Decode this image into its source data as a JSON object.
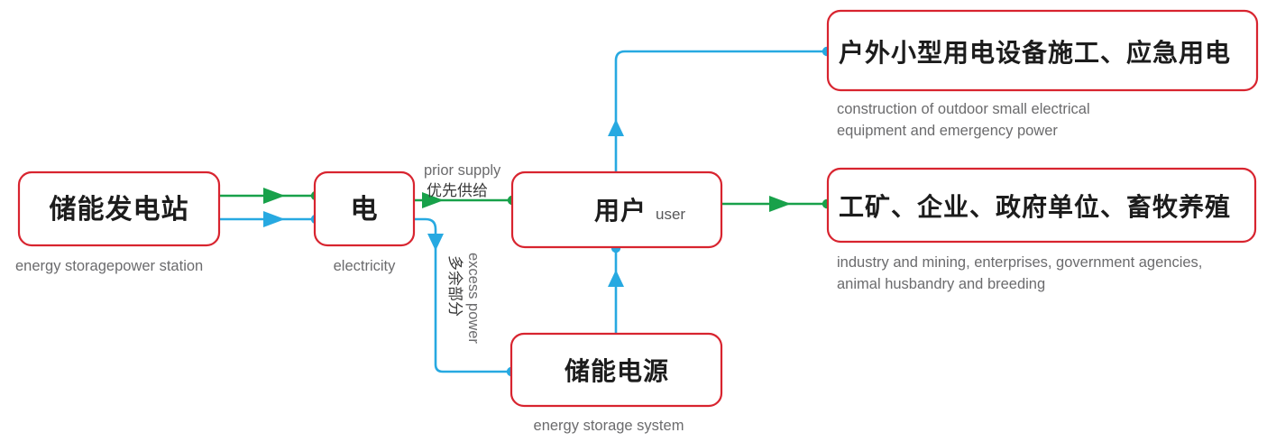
{
  "diagram": {
    "title": "energy storage power flow diagram",
    "colors": {
      "box_border": "#d8242f",
      "flow_primary": "#18a14a",
      "flow_secondary": "#27a9e1",
      "caption_text": "#6b6b6d",
      "title_text": "#1c1c1c",
      "background": "#ffffff"
    },
    "nodes": [
      {
        "id": "power-station",
        "title": "储能发电站",
        "caption": "energy storagepower station"
      },
      {
        "id": "electricity",
        "title": "电",
        "caption": "electricity"
      },
      {
        "id": "user",
        "title": "用户",
        "inline_en": "user",
        "caption": ""
      },
      {
        "id": "storage-system",
        "title": "储能电源",
        "caption": "energy storage system"
      },
      {
        "id": "outdoor-equipment",
        "title": "户外小型用电设备施工、应急用电",
        "caption_line1": "construction of outdoor small electrical",
        "caption_line2": "equipment and emergency power"
      },
      {
        "id": "industry-customers",
        "title": "工矿、企业、政府单位、畜牧养殖",
        "caption_line1": "industry and mining, enterprises, government agencies,",
        "caption_line2": "animal husbandry and breeding"
      }
    ],
    "edge_labels": {
      "prior_supply_en": "prior supply",
      "prior_supply_cn": "优先供给",
      "excess_power_en": "excess power",
      "excess_power_cn": "多余部分"
    }
  }
}
